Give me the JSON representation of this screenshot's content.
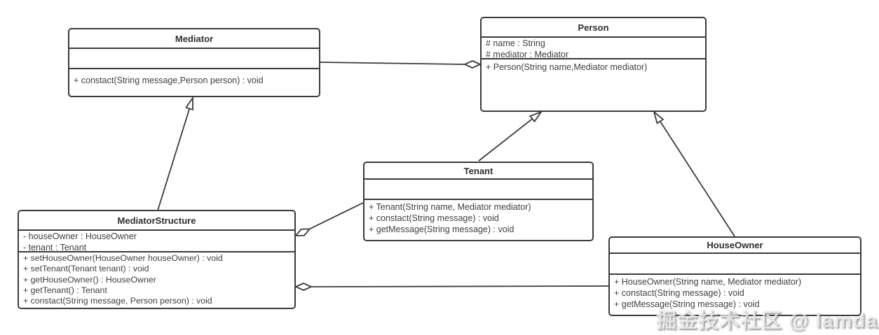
{
  "colors": {
    "border": "#3b3b3b",
    "text": "#3f3f3f",
    "background": "#ffffff",
    "watermark": "#d9d9d9"
  },
  "watermark": {
    "text": "掘金技术社区 @ lamdaxu"
  },
  "classes": {
    "mediator": {
      "name": "Mediator",
      "attributes": [],
      "methods": [
        "+ constact(String message,Person person) : void"
      ]
    },
    "person": {
      "name": "Person",
      "attributes": [
        "# name : String",
        "# mediator : Mediator"
      ],
      "methods": [
        "+ Person(String name,Mediator mediator)"
      ]
    },
    "tenant": {
      "name": "Tenant",
      "attributes": [],
      "methods": [
        "+ Tenant(String name, Mediator mediator)",
        "+ constact(String message) : void",
        "+ getMessage(String message) : void"
      ]
    },
    "mediator_structure": {
      "name": "MediatorStructure",
      "attributes": [
        "- houseOwner : HouseOwner",
        "- tenant : Tenant"
      ],
      "methods": [
        "+ setHouseOwner(HouseOwner houseOwner) : void",
        "+ setTenant(Tenant tenant) : void",
        "+ getHouseOwner() : HouseOwner",
        "+ getTenant() : Tenant",
        "+ constact(String message, Person person) : void"
      ]
    },
    "house_owner": {
      "name": "HouseOwner",
      "attributes": [],
      "methods": [
        "+ HouseOwner(String name, Mediator mediator)",
        "+ constact(String message) : void",
        "+ getMessage(String message) : void"
      ]
    }
  },
  "relationships": [
    {
      "from": "Person",
      "to": "Mediator",
      "type": "aggregation"
    },
    {
      "from": "MediatorStructure",
      "to": "Mediator",
      "type": "generalization"
    },
    {
      "from": "Tenant",
      "to": "Person",
      "type": "generalization"
    },
    {
      "from": "HouseOwner",
      "to": "Person",
      "type": "generalization"
    },
    {
      "from": "MediatorStructure",
      "to": "Tenant",
      "type": "aggregation"
    },
    {
      "from": "MediatorStructure",
      "to": "HouseOwner",
      "type": "aggregation"
    }
  ]
}
